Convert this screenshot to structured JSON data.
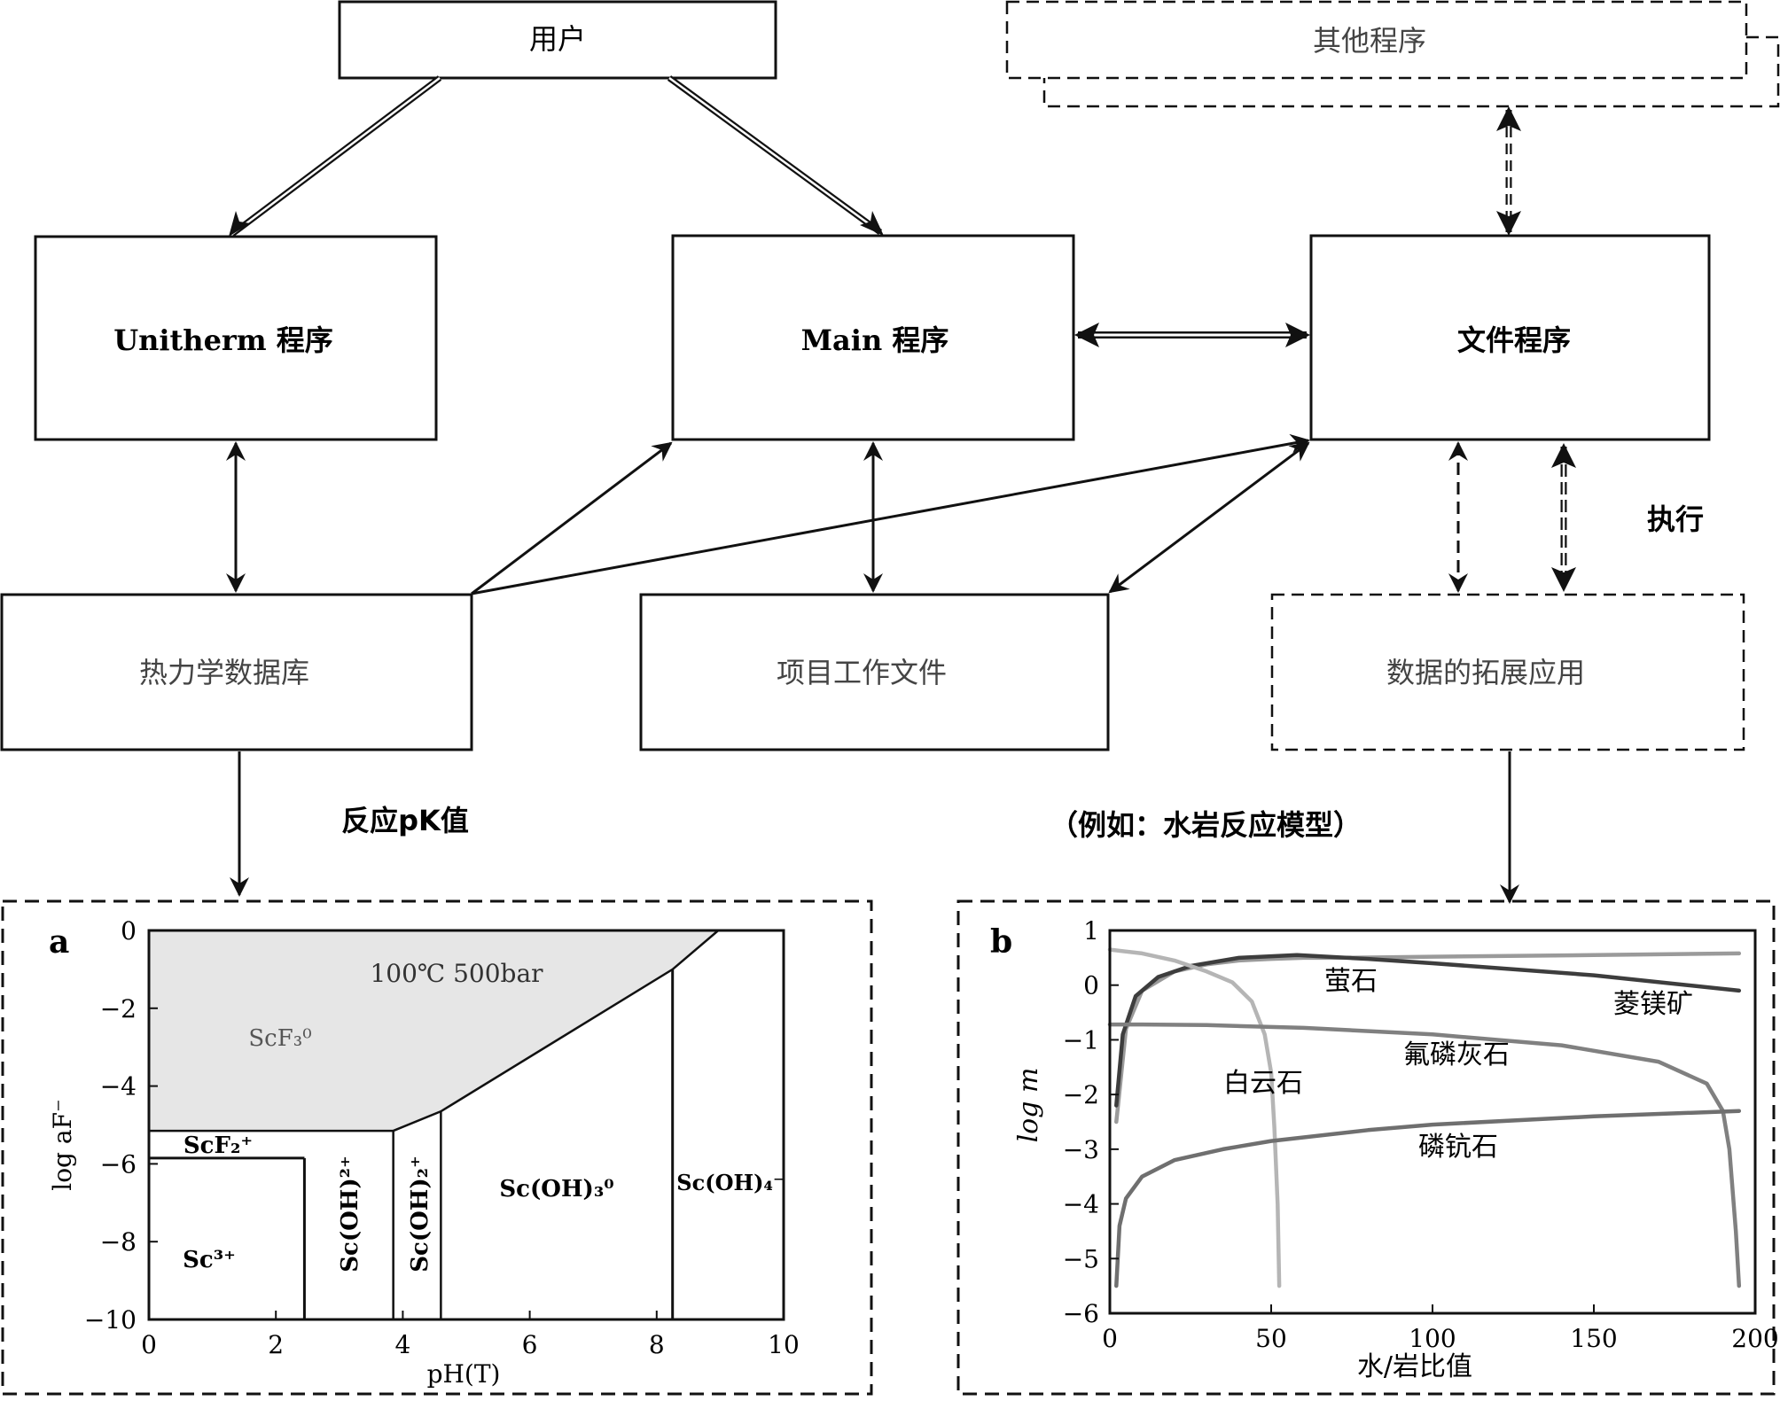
{
  "flow": {
    "user": "用户",
    "other_programs": "其他程序",
    "unitherm": "Unitherm 程序",
    "main": "Main 程序",
    "file_program": "文件程序",
    "thermo_db": "热力学数据库",
    "project_files": "项目工作文件",
    "data_ext": "数据的拓展应用",
    "execute": "执行",
    "reaction_pk": "反应pK值",
    "example": "（例如：水岩反应模型）"
  },
  "chart_data": [
    {
      "type": "phase-diagram",
      "panel_label": "a",
      "annotation": "100℃  500bar",
      "xlabel": "pH(T)",
      "ylabel": "log aF⁻",
      "xlim": [
        0,
        10
      ],
      "ylim": [
        -10,
        0
      ],
      "xticks": [
        "0",
        "2",
        "4",
        "6",
        "8",
        "10"
      ],
      "yticks": [
        "0",
        "−2",
        "−4",
        "−6",
        "−8",
        "−10"
      ],
      "boundary_points": [
        [
          0,
          -5.15
        ],
        [
          3.85,
          -5.15
        ],
        [
          4.6,
          -4.65
        ],
        [
          8.25,
          -1.0
        ],
        [
          8.97,
          0
        ]
      ],
      "species": [
        "ScF₃⁰",
        "ScF₂⁺",
        "Sc³⁺",
        "Sc(OH)²⁺",
        "Sc(OH)₂⁺",
        "Sc(OH)₃⁰",
        "Sc(OH)₄⁻"
      ],
      "verticals_x": [
        2.45,
        3.85,
        4.6,
        8.25
      ],
      "scf2_bottom_y": -5.85
    },
    {
      "type": "line",
      "panel_label": "b",
      "xlabel": "水/岩比值",
      "ylabel": "log m",
      "xlim": [
        0,
        200
      ],
      "ylim": [
        -6,
        1
      ],
      "xticks": [
        "0",
        "50",
        "100",
        "150",
        "200"
      ],
      "yticks": [
        "1",
        "0",
        "−1",
        "−2",
        "−3",
        "−4",
        "−5",
        "−6"
      ],
      "series": [
        {
          "name": "萤石",
          "color": "#9a9a9a",
          "x": [
            2,
            5,
            10,
            20,
            30,
            40,
            50,
            60,
            70,
            100,
            150,
            195
          ],
          "y": [
            -2.5,
            -0.8,
            -0.1,
            0.25,
            0.38,
            0.45,
            0.48,
            0.5,
            0.5,
            0.52,
            0.55,
            0.58
          ]
        },
        {
          "name": "菱镁矿",
          "color": "#3d3d3d",
          "x": [
            2,
            4,
            8,
            15,
            25,
            40,
            58,
            80,
            100,
            150,
            195
          ],
          "y": [
            -2.2,
            -0.9,
            -0.2,
            0.15,
            0.35,
            0.5,
            0.55,
            0.48,
            0.4,
            0.18,
            -0.1
          ]
        },
        {
          "name": "白云石",
          "color": "#b5b5b5",
          "x": [
            0,
            10,
            20,
            30,
            38,
            44,
            48,
            50,
            51,
            52,
            52.5
          ],
          "y": [
            0.65,
            0.58,
            0.45,
            0.25,
            0.05,
            -0.3,
            -0.9,
            -1.6,
            -2.6,
            -4.0,
            -5.5
          ]
        },
        {
          "name": "氟磷灰石",
          "color": "#808080",
          "x": [
            0,
            10,
            30,
            60,
            100,
            140,
            170,
            185,
            190,
            192,
            194,
            195
          ],
          "y": [
            -0.72,
            -0.72,
            -0.73,
            -0.78,
            -0.9,
            -1.1,
            -1.4,
            -1.8,
            -2.3,
            -3.0,
            -4.5,
            -5.5
          ]
        },
        {
          "name": "磷钪石",
          "color": "#6f6f6f",
          "x": [
            2,
            3,
            5,
            10,
            20,
            35,
            50,
            80,
            100,
            150,
            195
          ],
          "y": [
            -5.5,
            -4.4,
            -3.9,
            -3.5,
            -3.2,
            -3.0,
            -2.85,
            -2.65,
            -2.55,
            -2.4,
            -2.3
          ]
        }
      ]
    }
  ]
}
